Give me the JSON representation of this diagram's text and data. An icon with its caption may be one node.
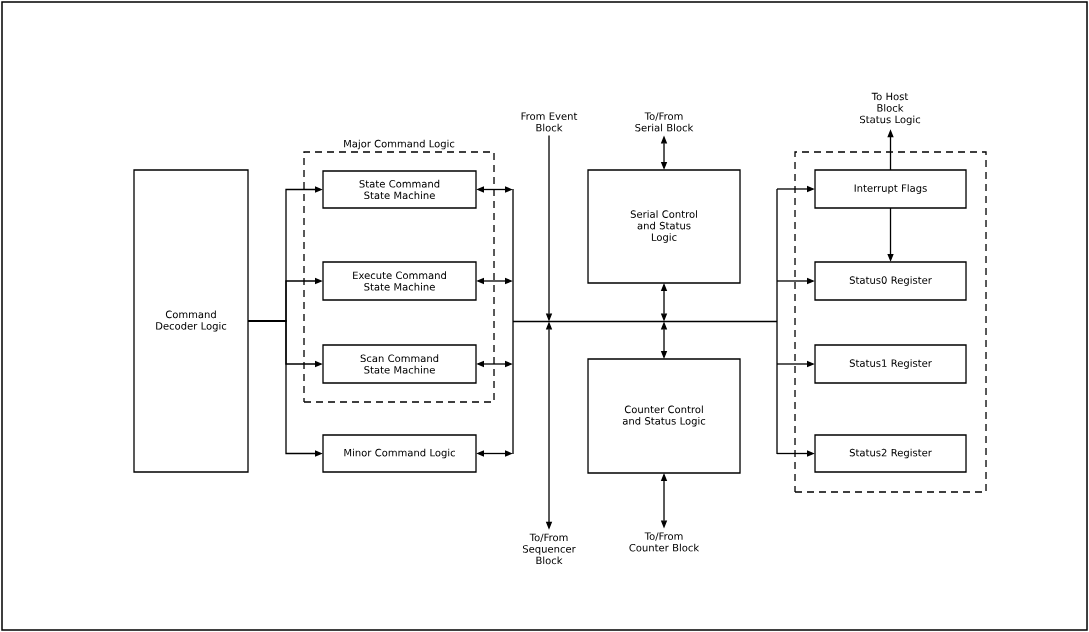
{
  "diagram": {
    "nodes": [
      {
        "text": [
          "Command Decoder Logic"
        ]
      },
      {
        "text": [
          "Major Command Logic"
        ]
      },
      {
        "text": [
          "State Command State Machine"
        ],
        "in": 1
      },
      {
        "text": [
          "Execute Command State Machine"
        ],
        "in": 1
      },
      {
        "text": [
          "Scan Command State Machine"
        ],
        "in": 1
      },
      {
        "text": [
          "Minor Command Logic"
        ]
      },
      {
        "text": [
          "Serial Control and Status Logic"
        ]
      },
      {
        "text": [
          "Counter Control and Status Logic"
        ]
      },
      {
        "text": [],
        "shape": "box"
      },
      {
        "text": [
          "Interrupt Flags"
        ],
        "in": 8
      },
      {
        "text": [
          "Status0 Register"
        ],
        "in": 8
      },
      {
        "text": [
          "Status1 Register"
        ],
        "in": 8
      },
      {
        "text": [
          "Status2 Register"
        ],
        "in": 8
      },
      {
        "text": [
          "From Event Block"
        ]
      },
      {
        "text": [
          "To/From Serial Block"
        ]
      },
      {
        "text": [
          "To Host Block Status Logic"
        ]
      },
      {
        "text": [
          "To/From Sequencer Block"
        ]
      },
      {
        "text": [
          "To/From Counter Block"
        ]
      },
      {
        "text": [],
        "shape": "bar"
      }
    ],
    "edges": [
      {
        "from": 0,
        "to": 2,
        "arrow": "to"
      },
      {
        "from": 0,
        "to": 3,
        "arrow": "to"
      },
      {
        "from": 0,
        "to": 4,
        "arrow": "to"
      },
      {
        "from": 0,
        "to": 5,
        "arrow": "to"
      },
      {
        "from": 2,
        "to": 18,
        "arrow": "both"
      },
      {
        "from": 3,
        "to": 18,
        "arrow": "both"
      },
      {
        "from": 4,
        "to": 18,
        "arrow": "both"
      },
      {
        "from": 5,
        "to": 18,
        "arrow": "both"
      },
      {
        "from": 13,
        "to": 18,
        "arrow": "to"
      },
      {
        "from": 18,
        "to": 16,
        "arrow": "both"
      },
      {
        "from": 14,
        "to": 6,
        "arrow": "both"
      },
      {
        "from": 6,
        "to": 18,
        "arrow": "both"
      },
      {
        "from": 18,
        "to": 7,
        "arrow": "both"
      },
      {
        "from": 7,
        "to": 17,
        "arrow": "both"
      },
      {
        "from": 18,
        "to": 9,
        "arrow": "to"
      },
      {
        "from": 18,
        "to": 10,
        "arrow": "to"
      },
      {
        "from": 18,
        "to": 11,
        "arrow": "to"
      },
      {
        "from": 18,
        "to": 12,
        "arrow": "to"
      },
      {
        "from": 9,
        "to": 10,
        "arrow": "to"
      },
      {
        "from": 9,
        "to": 15,
        "arrow": "to"
      }
    ]
  }
}
